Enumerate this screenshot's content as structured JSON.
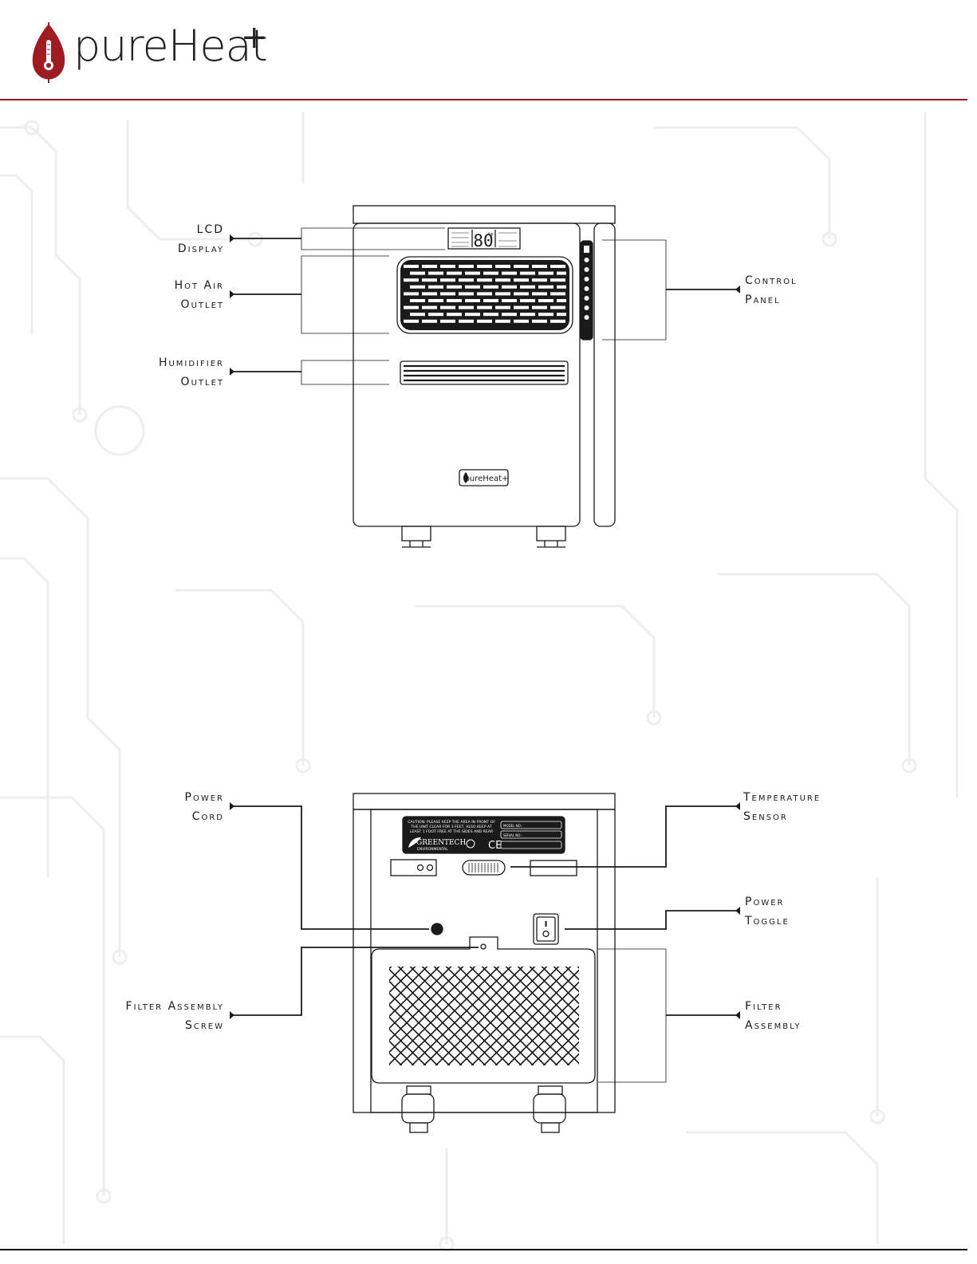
{
  "header": {
    "brand_name": "pureHeat",
    "brand_plus": "+",
    "accent_color": "#9e1b20"
  },
  "front_view": {
    "lcd_reading": "80",
    "lcd_unit": "°F",
    "badge_text": "pureHeat+",
    "labels": {
      "lcd_display": [
        "LCD",
        "Display"
      ],
      "hot_air_outlet": [
        "Hot Air",
        "Outlet"
      ],
      "humidifier_outlet": [
        "Humidifier",
        "Outlet"
      ],
      "control_panel": [
        "Control",
        "Panel"
      ]
    }
  },
  "back_view": {
    "plate": {
      "caution_line1": "CAUTION: PLEASE KEEP THE AREA IN FRONT OF",
      "caution_line2": "THE UNIT CLEAR FOR 3 FEET, ALSO KEEP AT",
      "caution_line3": "LEAST 1 FOOT FREE AT THE SIDES AND REAR",
      "model_label": "MODEL NO.:",
      "serial_label": "SERIAL NO.:",
      "maker_name": "GREENTECH",
      "maker_sub": "ENVIRONMENTAL",
      "cert_mark": "CE"
    },
    "labels": {
      "power_cord": [
        "Power",
        "Cord"
      ],
      "temperature_sensor": [
        "Temperature",
        "Sensor"
      ],
      "power_toggle": [
        "Power",
        "Toggle"
      ],
      "filter_assembly_screw": [
        "Filter Assembly",
        "Screw"
      ],
      "filter_assembly": [
        "Filter",
        "Assembly"
      ]
    }
  }
}
